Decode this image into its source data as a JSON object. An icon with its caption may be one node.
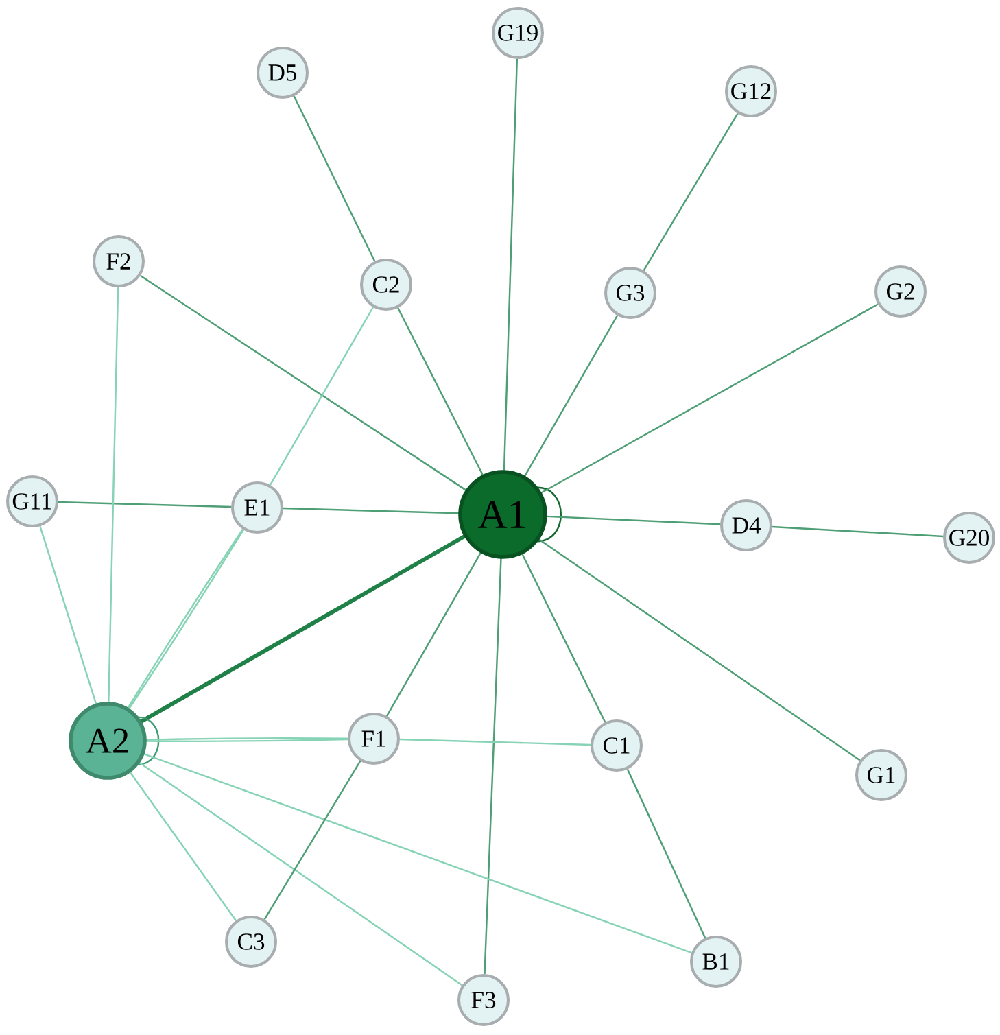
{
  "diagram": {
    "nodes": [
      {
        "text": [
          "A1"
        ]
      },
      {
        "text": [
          "A2"
        ]
      },
      {
        "text": [
          "G19"
        ]
      },
      {
        "text": [
          "D5"
        ]
      },
      {
        "text": [
          "G12"
        ]
      },
      {
        "text": [
          "F2"
        ]
      },
      {
        "text": [
          "C2"
        ]
      },
      {
        "text": [
          "G3"
        ]
      },
      {
        "text": [
          "G2"
        ]
      },
      {
        "text": [
          "G11"
        ]
      },
      {
        "text": [
          "E1"
        ]
      },
      {
        "text": [
          "D4"
        ]
      },
      {
        "text": [
          "G20"
        ]
      },
      {
        "text": [
          "F1"
        ]
      },
      {
        "text": [
          "C1"
        ]
      },
      {
        "text": [
          "G1"
        ]
      },
      {
        "text": [
          "C3"
        ]
      },
      {
        "text": [
          "B1"
        ]
      },
      {
        "text": [
          "F3"
        ]
      }
    ],
    "edges": [
      {
        "from": 0,
        "to": 0,
        "arrow": "none",
        "color": "#11692e"
      },
      {
        "from": 0,
        "to": 2,
        "arrow": "none"
      },
      {
        "from": 0,
        "to": 6,
        "arrow": "none"
      },
      {
        "from": 0,
        "to": 7,
        "arrow": "none"
      },
      {
        "from": 0,
        "to": 8,
        "arrow": "none"
      },
      {
        "from": 0,
        "to": 5,
        "arrow": "none"
      },
      {
        "from": 0,
        "to": 10,
        "arrow": "none"
      },
      {
        "from": 0,
        "to": 11,
        "arrow": "none"
      },
      {
        "from": 0,
        "to": 15,
        "arrow": "none"
      },
      {
        "from": 0,
        "to": 14,
        "arrow": "none"
      },
      {
        "from": 0,
        "to": 18,
        "arrow": "none"
      },
      {
        "from": 0,
        "to": 13,
        "arrow": "none"
      },
      {
        "from": 0,
        "to": 1,
        "arrow": "none",
        "style": "thick",
        "color": "#1f8048"
      },
      {
        "from": 6,
        "to": 3,
        "arrow": "none"
      },
      {
        "from": 7,
        "to": 4,
        "arrow": "none"
      },
      {
        "from": 11,
        "to": 12,
        "arrow": "none"
      },
      {
        "from": 10,
        "to": 9,
        "arrow": "none"
      },
      {
        "from": 10,
        "to": 6,
        "arrow": "none",
        "color": "#86d3b6"
      },
      {
        "from": 1,
        "to": 1,
        "arrow": "none",
        "color": "#3f9a73"
      },
      {
        "from": 1,
        "to": 9,
        "arrow": "none",
        "color": "#86d3b6"
      },
      {
        "from": 1,
        "to": 5,
        "arrow": "none",
        "color": "#86d3b6"
      },
      {
        "from": 1,
        "to": 10,
        "arrow": "none",
        "color": "#86d3b6"
      },
      {
        "from": 1,
        "to": 10,
        "arrow": "none",
        "color": "#86d3b6"
      },
      {
        "from": 1,
        "to": 13,
        "arrow": "none",
        "color": "#86d3b6"
      },
      {
        "from": 1,
        "to": 13,
        "arrow": "none",
        "color": "#86d3b6"
      },
      {
        "from": 1,
        "to": 16,
        "arrow": "none",
        "color": "#86d3b6"
      },
      {
        "from": 1,
        "to": 18,
        "arrow": "none",
        "color": "#86d3b6"
      },
      {
        "from": 1,
        "to": 17,
        "arrow": "none",
        "color": "#86d3b6"
      },
      {
        "from": 13,
        "to": 14,
        "arrow": "none",
        "color": "#86d3b6"
      },
      {
        "from": 13,
        "to": 16,
        "arrow": "none"
      },
      {
        "from": 14,
        "to": 17,
        "arrow": "none"
      }
    ]
  }
}
